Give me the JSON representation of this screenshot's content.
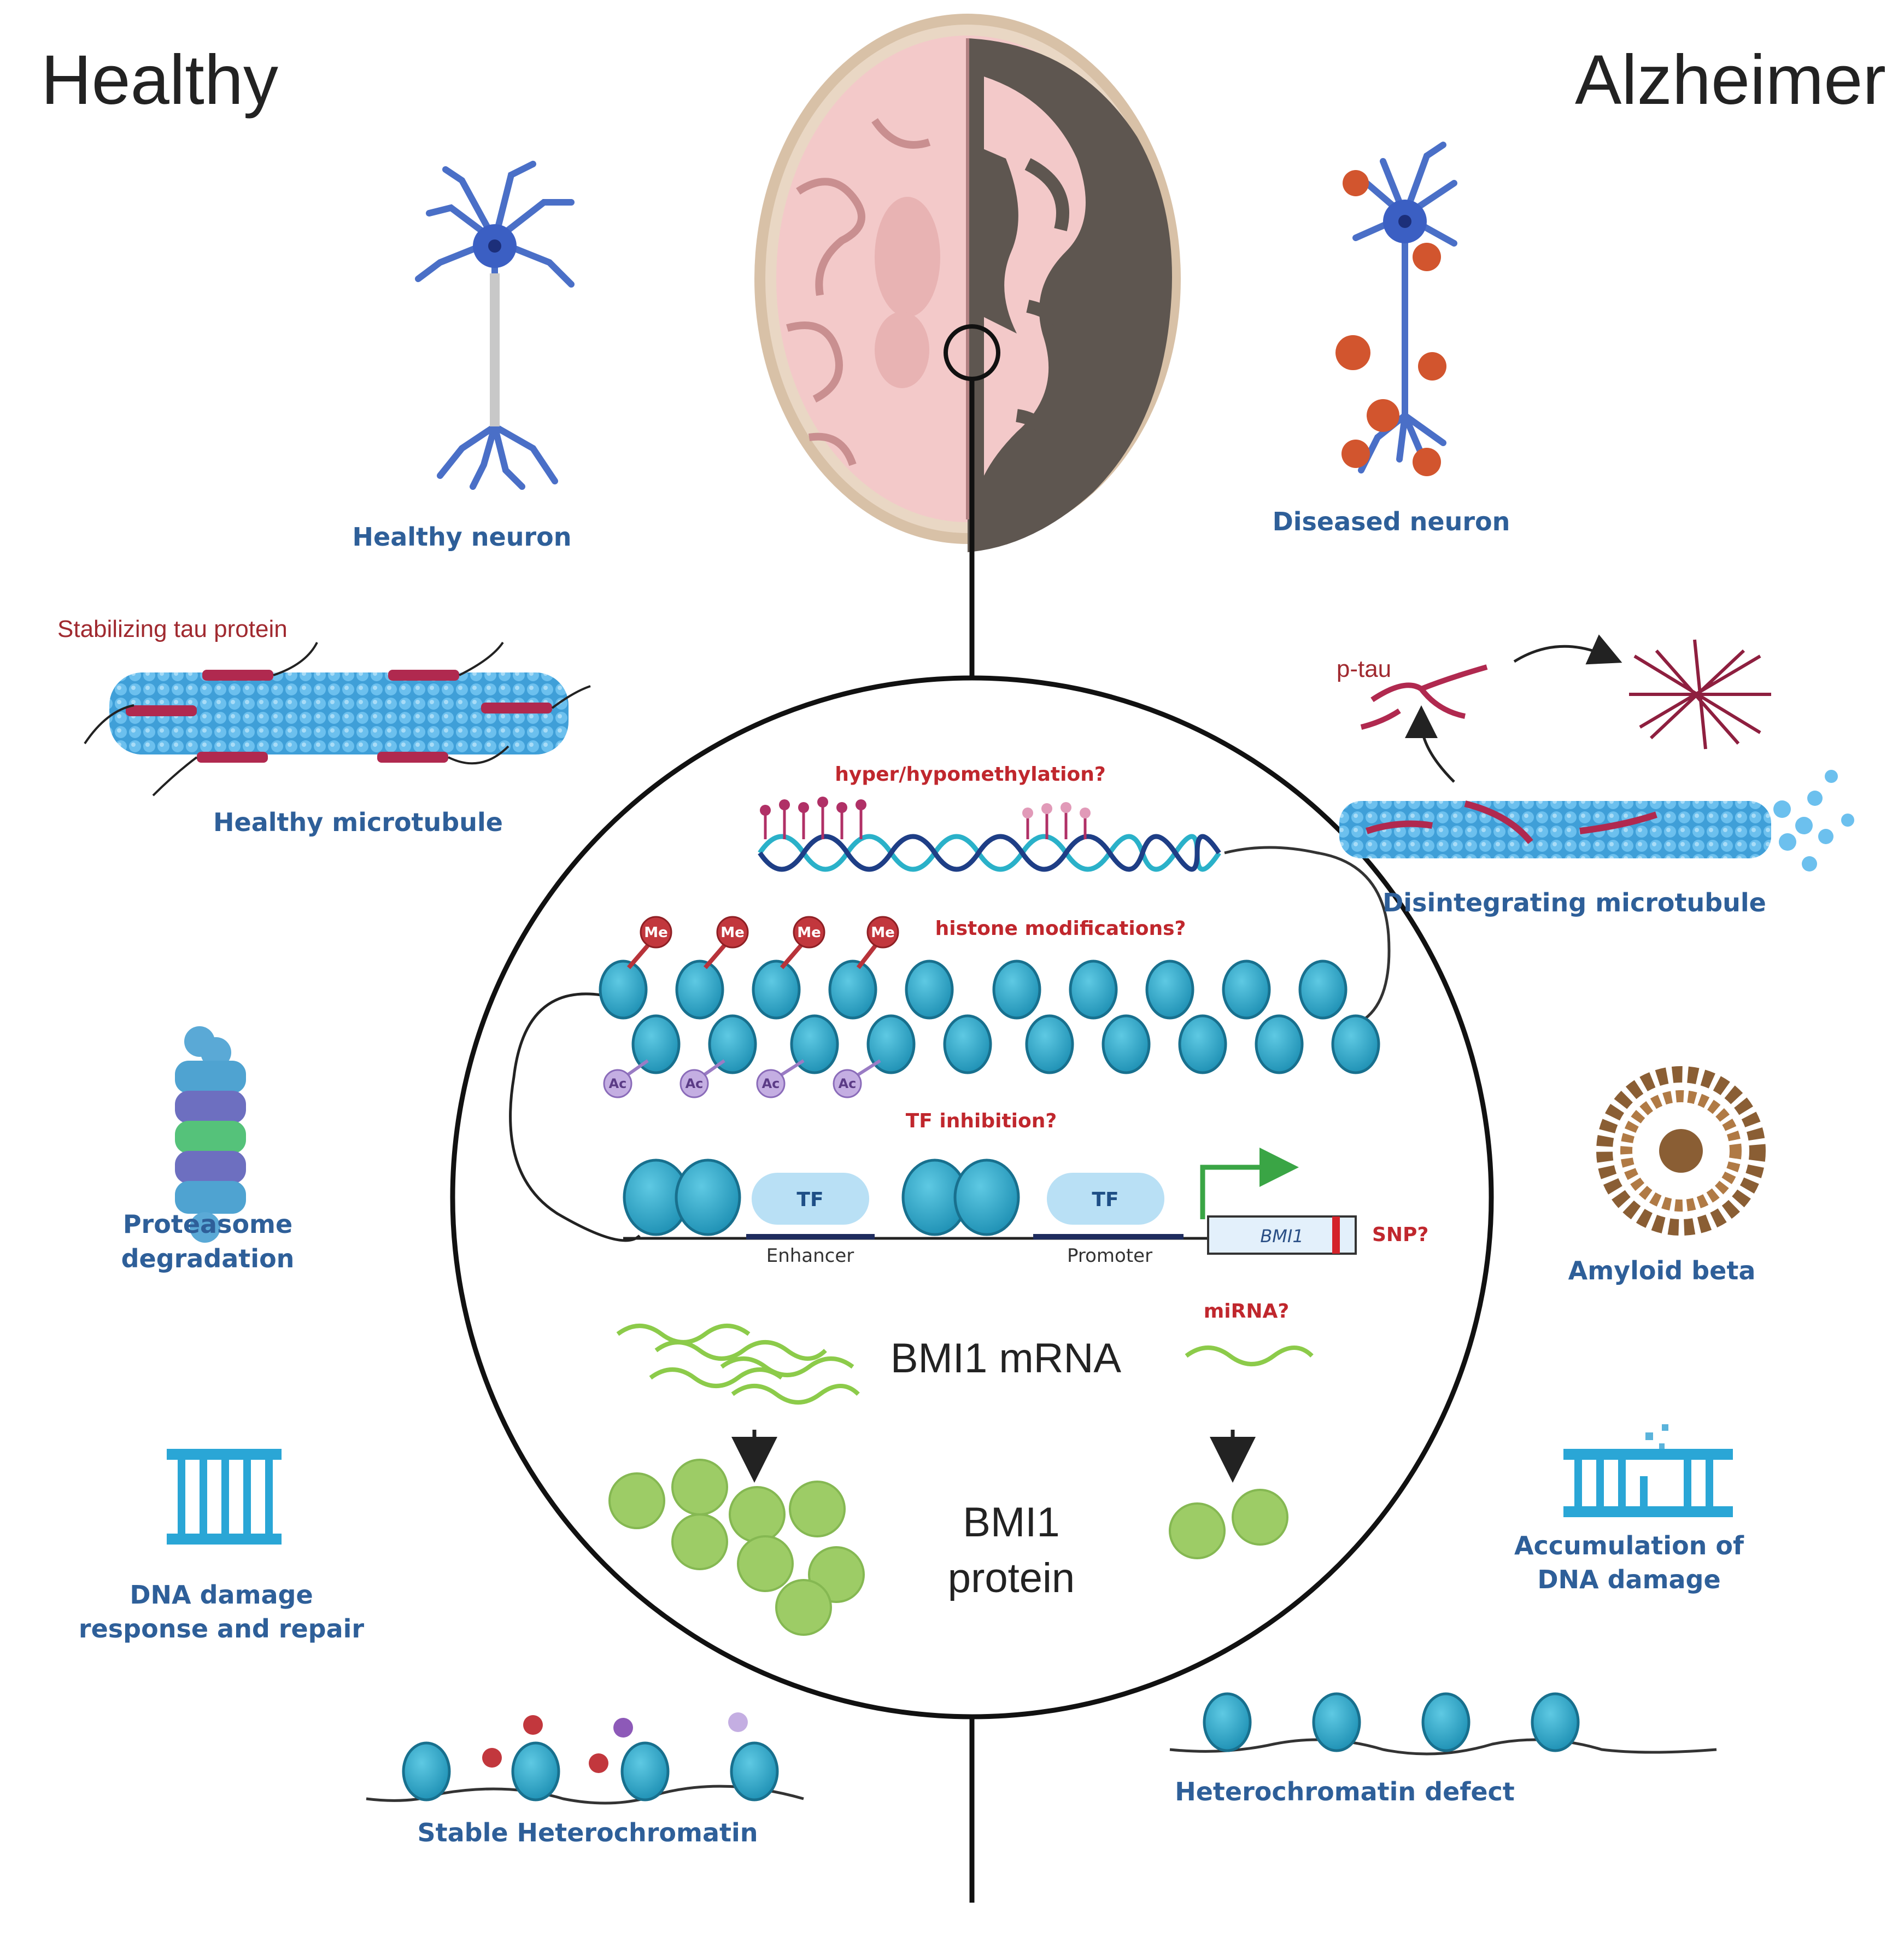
{
  "titles": {
    "healthy": "Healthy",
    "alzheimer": "Alzheimer"
  },
  "healthy": {
    "neuron": "Healthy neuron",
    "tau": "Stabilizing tau protein",
    "microtubule": "Healthy microtubule",
    "proteasome_line1": "Proteasome",
    "proteasome_line2": "degradation",
    "dna_line1": "DNA damage",
    "dna_line2": "response and repair",
    "heterochromatin": "Stable Heterochromatin"
  },
  "alzheimer": {
    "neuron": "Diseased neuron",
    "ptau": "p-tau",
    "microtubule": "Disintegrating microtubule",
    "amyloid": "Amyloid beta",
    "dna_line1": "Accumulation of",
    "dna_line2": "DNA damage",
    "heterochromatin": "Heterochromatin defect"
  },
  "center": {
    "methylation": "hyper/hypomethylation?",
    "histone": "histone modifications?",
    "tf_inhibition": "TF inhibition?",
    "tf": "TF",
    "enhancer": "Enhancer",
    "promoter": "Promoter",
    "gene": "BMI1",
    "snp": "SNP?",
    "mirna": "miRNA?",
    "mrna": "BMI1 mRNA",
    "protein_line1": "BMI1",
    "protein_line2": "protein",
    "me": "Me",
    "ac": "Ac"
  },
  "colors": {
    "label_blue": "#2e5f99",
    "question_red": "#c0272d",
    "nucleosome": "#2fa6c6",
    "mrna_green": "#8ccb4a",
    "protein_green": "#9dcc66",
    "tau_red": "#b0294f",
    "me_red": "#b8333a",
    "ac_purple": "#b79cd6",
    "arrow_green": "#3aa545"
  }
}
